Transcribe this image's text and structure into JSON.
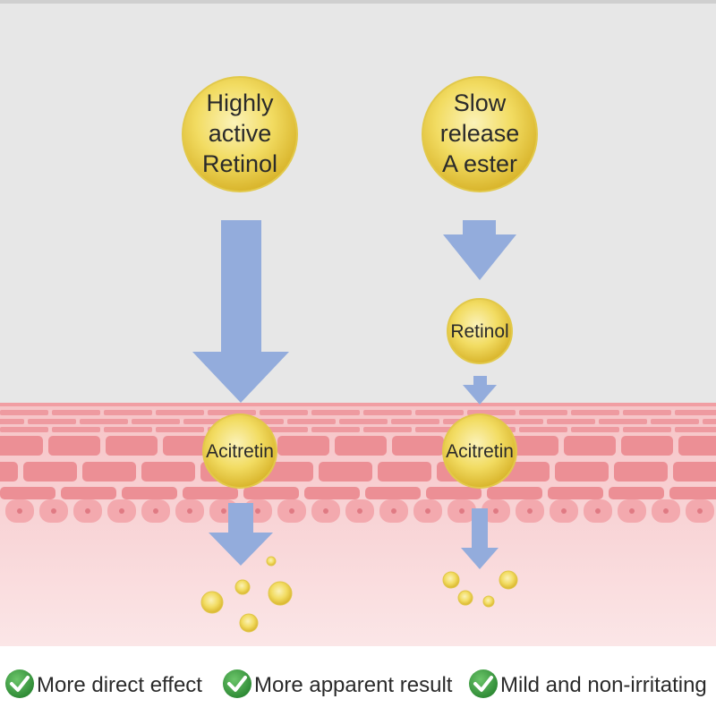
{
  "left_path": {
    "source_lines": [
      "Highly",
      "active",
      "Retinol"
    ],
    "skin_label": "Acitretin"
  },
  "right_path": {
    "source_lines": [
      "Slow",
      "release",
      "A ester"
    ],
    "intermediate_label": "Retinol",
    "skin_label": "Acitretin"
  },
  "benefits": [
    {
      "label": "More direct effect",
      "icon": "check-circle-icon"
    },
    {
      "label": "More apparent result",
      "icon": "check-circle-icon"
    },
    {
      "label": "Mild and non-irritating",
      "icon": "check-circle-icon"
    }
  ],
  "colors": {
    "background": "#e6e6e6",
    "skin": "#f5c4c6",
    "bricks": "#ec8f95",
    "arrow": "#8fa8da",
    "bubble": "#f2d550",
    "check": "#3a9a3f"
  }
}
